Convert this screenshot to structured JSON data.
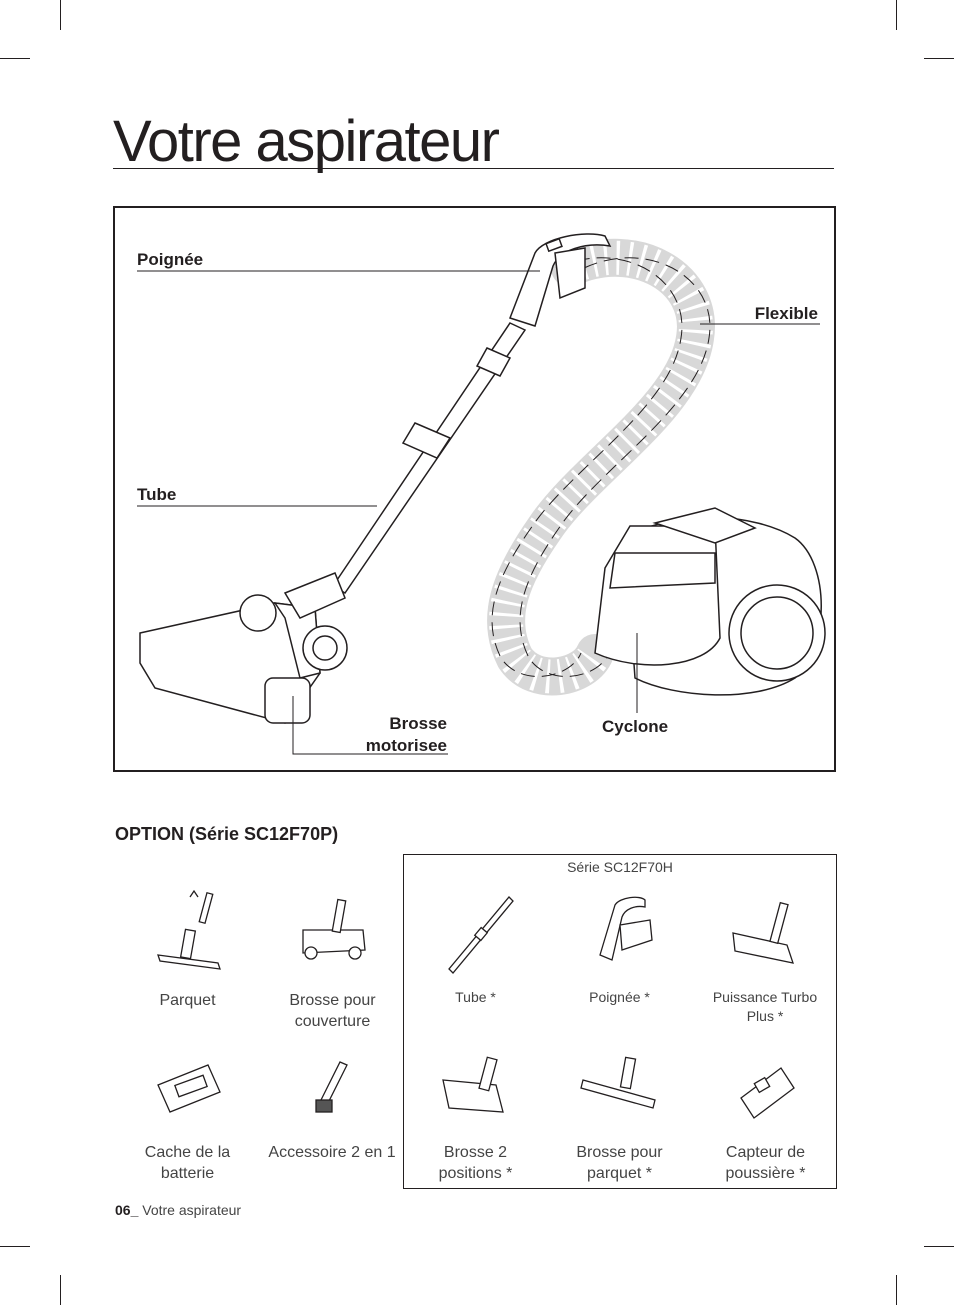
{
  "page": {
    "title": "Votre aspirateur",
    "footer_num": "06_",
    "footer_text": " Votre aspirateur"
  },
  "diagram": {
    "labels": {
      "handle": "Poignée",
      "hose": "Flexible",
      "tube": "Tube",
      "brush": "Brosse motorisee",
      "cyclone": "Cyclone"
    }
  },
  "options": {
    "title": "OPTION (Série SC12F70P)",
    "series_h": "Série SC12F70H",
    "items": [
      {
        "label": "Parquet",
        "icon": "parquet-nozzle-icon"
      },
      {
        "label": "Brosse pour couverture",
        "icon": "blanket-brush-icon"
      },
      {
        "label": "Tube *",
        "icon": "tube-icon"
      },
      {
        "label": "Poignée *",
        "icon": "handle-icon"
      },
      {
        "label": "Puissance Turbo Plus *",
        "icon": "turbo-brush-icon"
      },
      {
        "label": "Cache de la batterie",
        "icon": "battery-cover-icon"
      },
      {
        "label": "Accessoire 2 en 1",
        "icon": "two-in-one-tool-icon"
      },
      {
        "label": "Brosse 2 positions *",
        "icon": "two-position-brush-icon"
      },
      {
        "label": "Brosse pour parquet *",
        "icon": "parquet-brush-icon"
      },
      {
        "label": "Capteur de poussière *",
        "icon": "dust-sensor-icon"
      }
    ]
  }
}
